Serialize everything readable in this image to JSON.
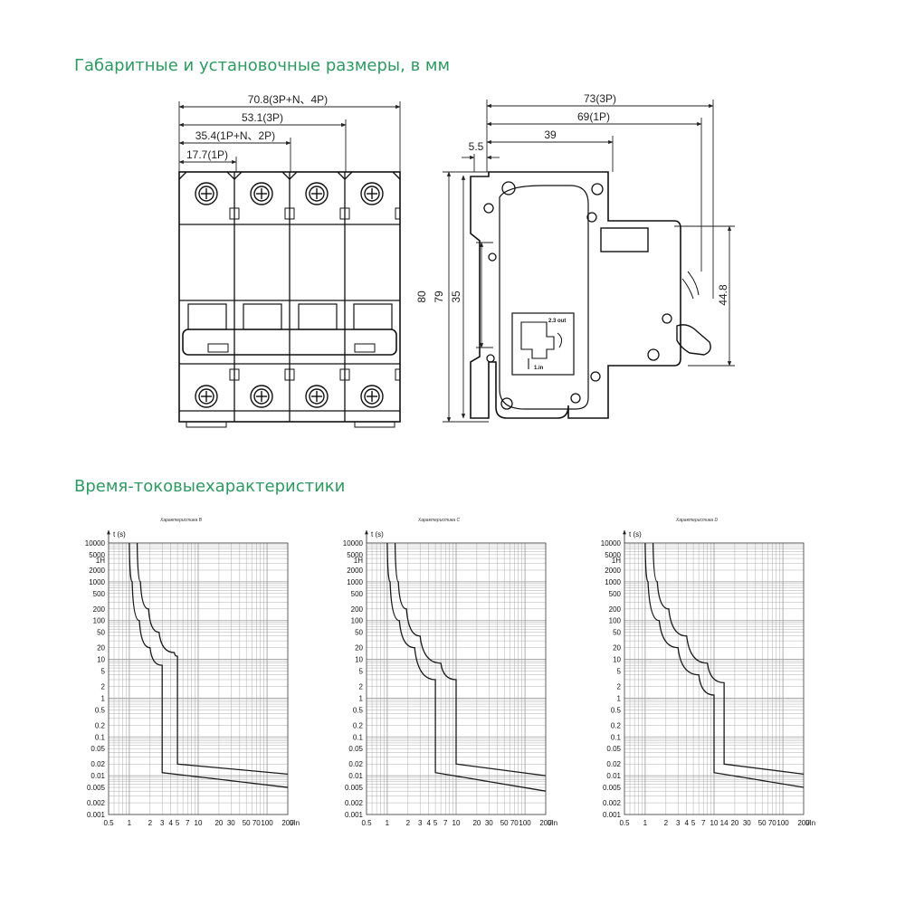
{
  "headings": {
    "dimensions": "Габаритные и установочные размеры, в мм",
    "characteristics": "Время-токовыехарактеристики"
  },
  "front_view": {
    "dims": [
      "70.8(3P+N、4P)",
      "53.1(3P)",
      "35.4(1P+N、2P)",
      "17.7(1P)"
    ],
    "height_labels": [
      "80",
      "79",
      "35"
    ]
  },
  "side_view": {
    "dims": [
      "73(3P)",
      "69(1P)",
      "39",
      "5.5",
      "44.8"
    ],
    "label_top": "2.3 out",
    "label_bottom": "1.in"
  },
  "chart_data": [
    {
      "type": "line",
      "title": "Характеристика B",
      "y_label": "t (s)",
      "x_label": "I/In",
      "y_ticks": [
        "10000",
        "5000",
        "1H",
        "2000",
        "1000",
        "500",
        "200",
        "100",
        "50",
        "20",
        "10",
        "5",
        "2",
        "1",
        "0.5",
        "0.2",
        "0.1",
        "0.05",
        "0.02",
        "0.01",
        "0.005",
        "0.002",
        "0.001"
      ],
      "x_ticks": [
        "0.5",
        "1",
        "2",
        "3",
        "4",
        "5",
        "7",
        "10",
        "20",
        "30",
        "50",
        "70",
        "100",
        "200"
      ],
      "series": [
        {
          "points": [
            [
              1.0,
              10000
            ],
            [
              1.1,
              1000
            ],
            [
              1.4,
              100
            ],
            [
              2.0,
              20
            ],
            [
              3.0,
              7
            ],
            [
              3.0,
              0.012
            ],
            [
              200,
              0.005
            ]
          ]
        },
        {
          "points": [
            [
              1.3,
              10000
            ],
            [
              1.45,
              1000
            ],
            [
              1.9,
              200
            ],
            [
              2.7,
              50
            ],
            [
              4.5,
              15
            ],
            [
              5.0,
              12
            ],
            [
              5.0,
              0.02
            ],
            [
              200,
              0.011
            ]
          ]
        }
      ]
    },
    {
      "type": "line",
      "title": "Характеристика C",
      "y_label": "t (s)",
      "x_label": "I/In",
      "y_ticks": [
        "10000",
        "5000",
        "1H",
        "2000",
        "1000",
        "500",
        "200",
        "100",
        "50",
        "20",
        "10",
        "5",
        "2",
        "1",
        "0.5",
        "0.2",
        "0.1",
        "0.05",
        "0.02",
        "0.01",
        "0.005",
        "0.002",
        "0.001"
      ],
      "x_ticks": [
        "0.5",
        "1",
        "2",
        "3",
        "4",
        "5",
        "7",
        "10",
        "20",
        "30",
        "50",
        "70",
        "100",
        "200"
      ],
      "series": [
        {
          "points": [
            [
              1.0,
              10000
            ],
            [
              1.1,
              1000
            ],
            [
              1.5,
              100
            ],
            [
              2.5,
              20
            ],
            [
              5.0,
              3
            ],
            [
              5.0,
              0.012
            ],
            [
              200,
              0.004
            ]
          ]
        },
        {
          "points": [
            [
              1.3,
              10000
            ],
            [
              1.45,
              1000
            ],
            [
              1.9,
              200
            ],
            [
              3.0,
              40
            ],
            [
              6.0,
              8
            ],
            [
              10.0,
              3
            ],
            [
              10.0,
              0.02
            ],
            [
              200,
              0.01
            ]
          ]
        }
      ]
    },
    {
      "type": "line",
      "title": "Характеристика D",
      "y_label": "t (s)",
      "x_label": "I/In",
      "y_ticks": [
        "10000",
        "5000",
        "1H",
        "2000",
        "1000",
        "500",
        "200",
        "100",
        "50",
        "20",
        "10",
        "5",
        "2",
        "1",
        "0.5",
        "0.2",
        "0.1",
        "0.05",
        "0.02",
        "0.01",
        "0.005",
        "0.002",
        "0.001"
      ],
      "x_ticks": [
        "0.5",
        "1",
        "2",
        "3",
        "4",
        "5",
        "7",
        "10",
        "14",
        "20",
        "30",
        "50",
        "70",
        "100",
        "200"
      ],
      "series": [
        {
          "points": [
            [
              1.0,
              10000
            ],
            [
              1.1,
              1000
            ],
            [
              1.6,
              100
            ],
            [
              3.0,
              20
            ],
            [
              6.0,
              4
            ],
            [
              10.0,
              1.2
            ],
            [
              10.0,
              0.012
            ],
            [
              200,
              0.005
            ]
          ]
        },
        {
          "points": [
            [
              1.3,
              10000
            ],
            [
              1.5,
              1000
            ],
            [
              2.2,
              200
            ],
            [
              4.0,
              40
            ],
            [
              8.0,
              8
            ],
            [
              14.0,
              2.5
            ],
            [
              14.0,
              0.02
            ],
            [
              200,
              0.011
            ]
          ]
        }
      ]
    }
  ]
}
